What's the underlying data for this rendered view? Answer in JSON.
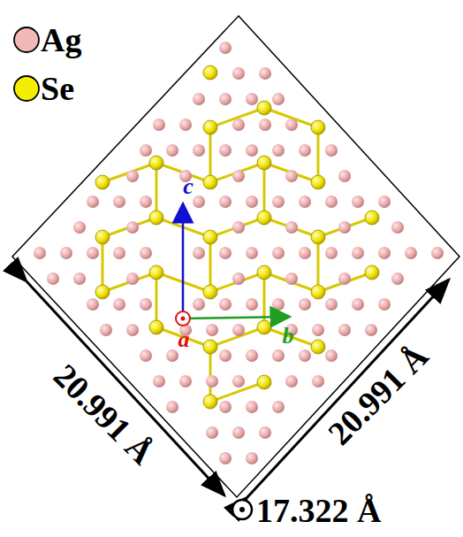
{
  "diagram": {
    "labels": [
      "c",
      "b",
      "a",
      "20.991 Å",
      "20.991 Å",
      "17.322 Å"
    ],
    "legend": [
      {
        "text": "Ag",
        "color": "#f2b8b8"
      },
      {
        "text": "Se",
        "color": "#f5ee00"
      }
    ]
  }
}
